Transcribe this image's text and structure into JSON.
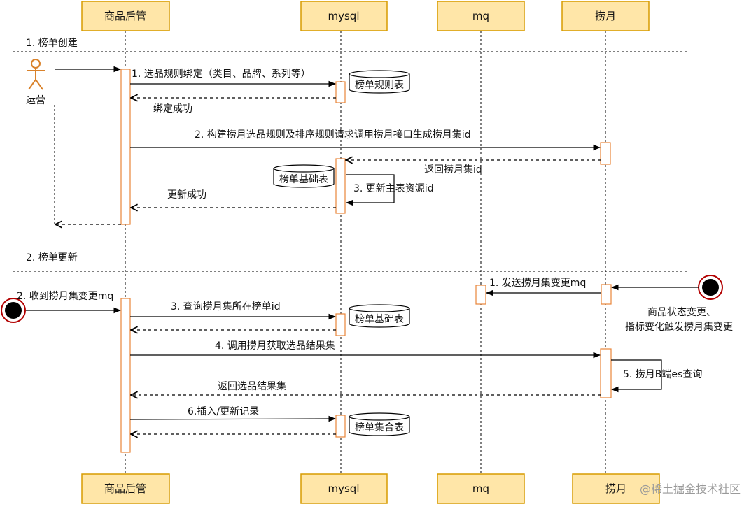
{
  "participants": [
    {
      "id": "admin",
      "label": "商品后管"
    },
    {
      "id": "mysql",
      "label": "mysql"
    },
    {
      "id": "mq",
      "label": "mq"
    },
    {
      "id": "laoyue",
      "label": "捞月"
    }
  ],
  "sections": [
    {
      "label": "1. 榜单创建"
    },
    {
      "label": "2. 榜单更新"
    }
  ],
  "actors": {
    "operator": "运营"
  },
  "tables": {
    "rank_rule": "榜单规则表",
    "rank_base_1": "榜单基础表",
    "rank_base_2": "榜单基础表",
    "rank_set": "榜单集合表"
  },
  "messages": {
    "m1": "1. 选品规则绑定（类目、品牌、系列等）",
    "m2": "绑定成功",
    "m3": "2. 构建捞月选品规则及排序规则请求调用捞月接口生成捞月集id",
    "m4": "返回捞月集id",
    "m5": "3. 更新主表资源id",
    "m6": "更新成功",
    "m7": "1. 发送捞月集变更mq",
    "m8": "2. 收到捞月集变更mq",
    "m9": "3. 查询捞月集所在榜单id",
    "m10": "4. 调用捞月获取选品结果集",
    "m11": "5. 捞月B端es查询",
    "m12": "返回选品结果集",
    "m13": "6.插入/更新记录"
  },
  "trigger_note": {
    "line1": "商品状态变更、",
    "line2": "指标变化触发捞月集变更"
  },
  "watermark": "@稀土掘金技术社区",
  "colors": {
    "box_fill": "#FFE6A8",
    "box_stroke": "#D79B00",
    "activation_stroke": "#E8853A",
    "stop_stroke": "#B20000"
  }
}
